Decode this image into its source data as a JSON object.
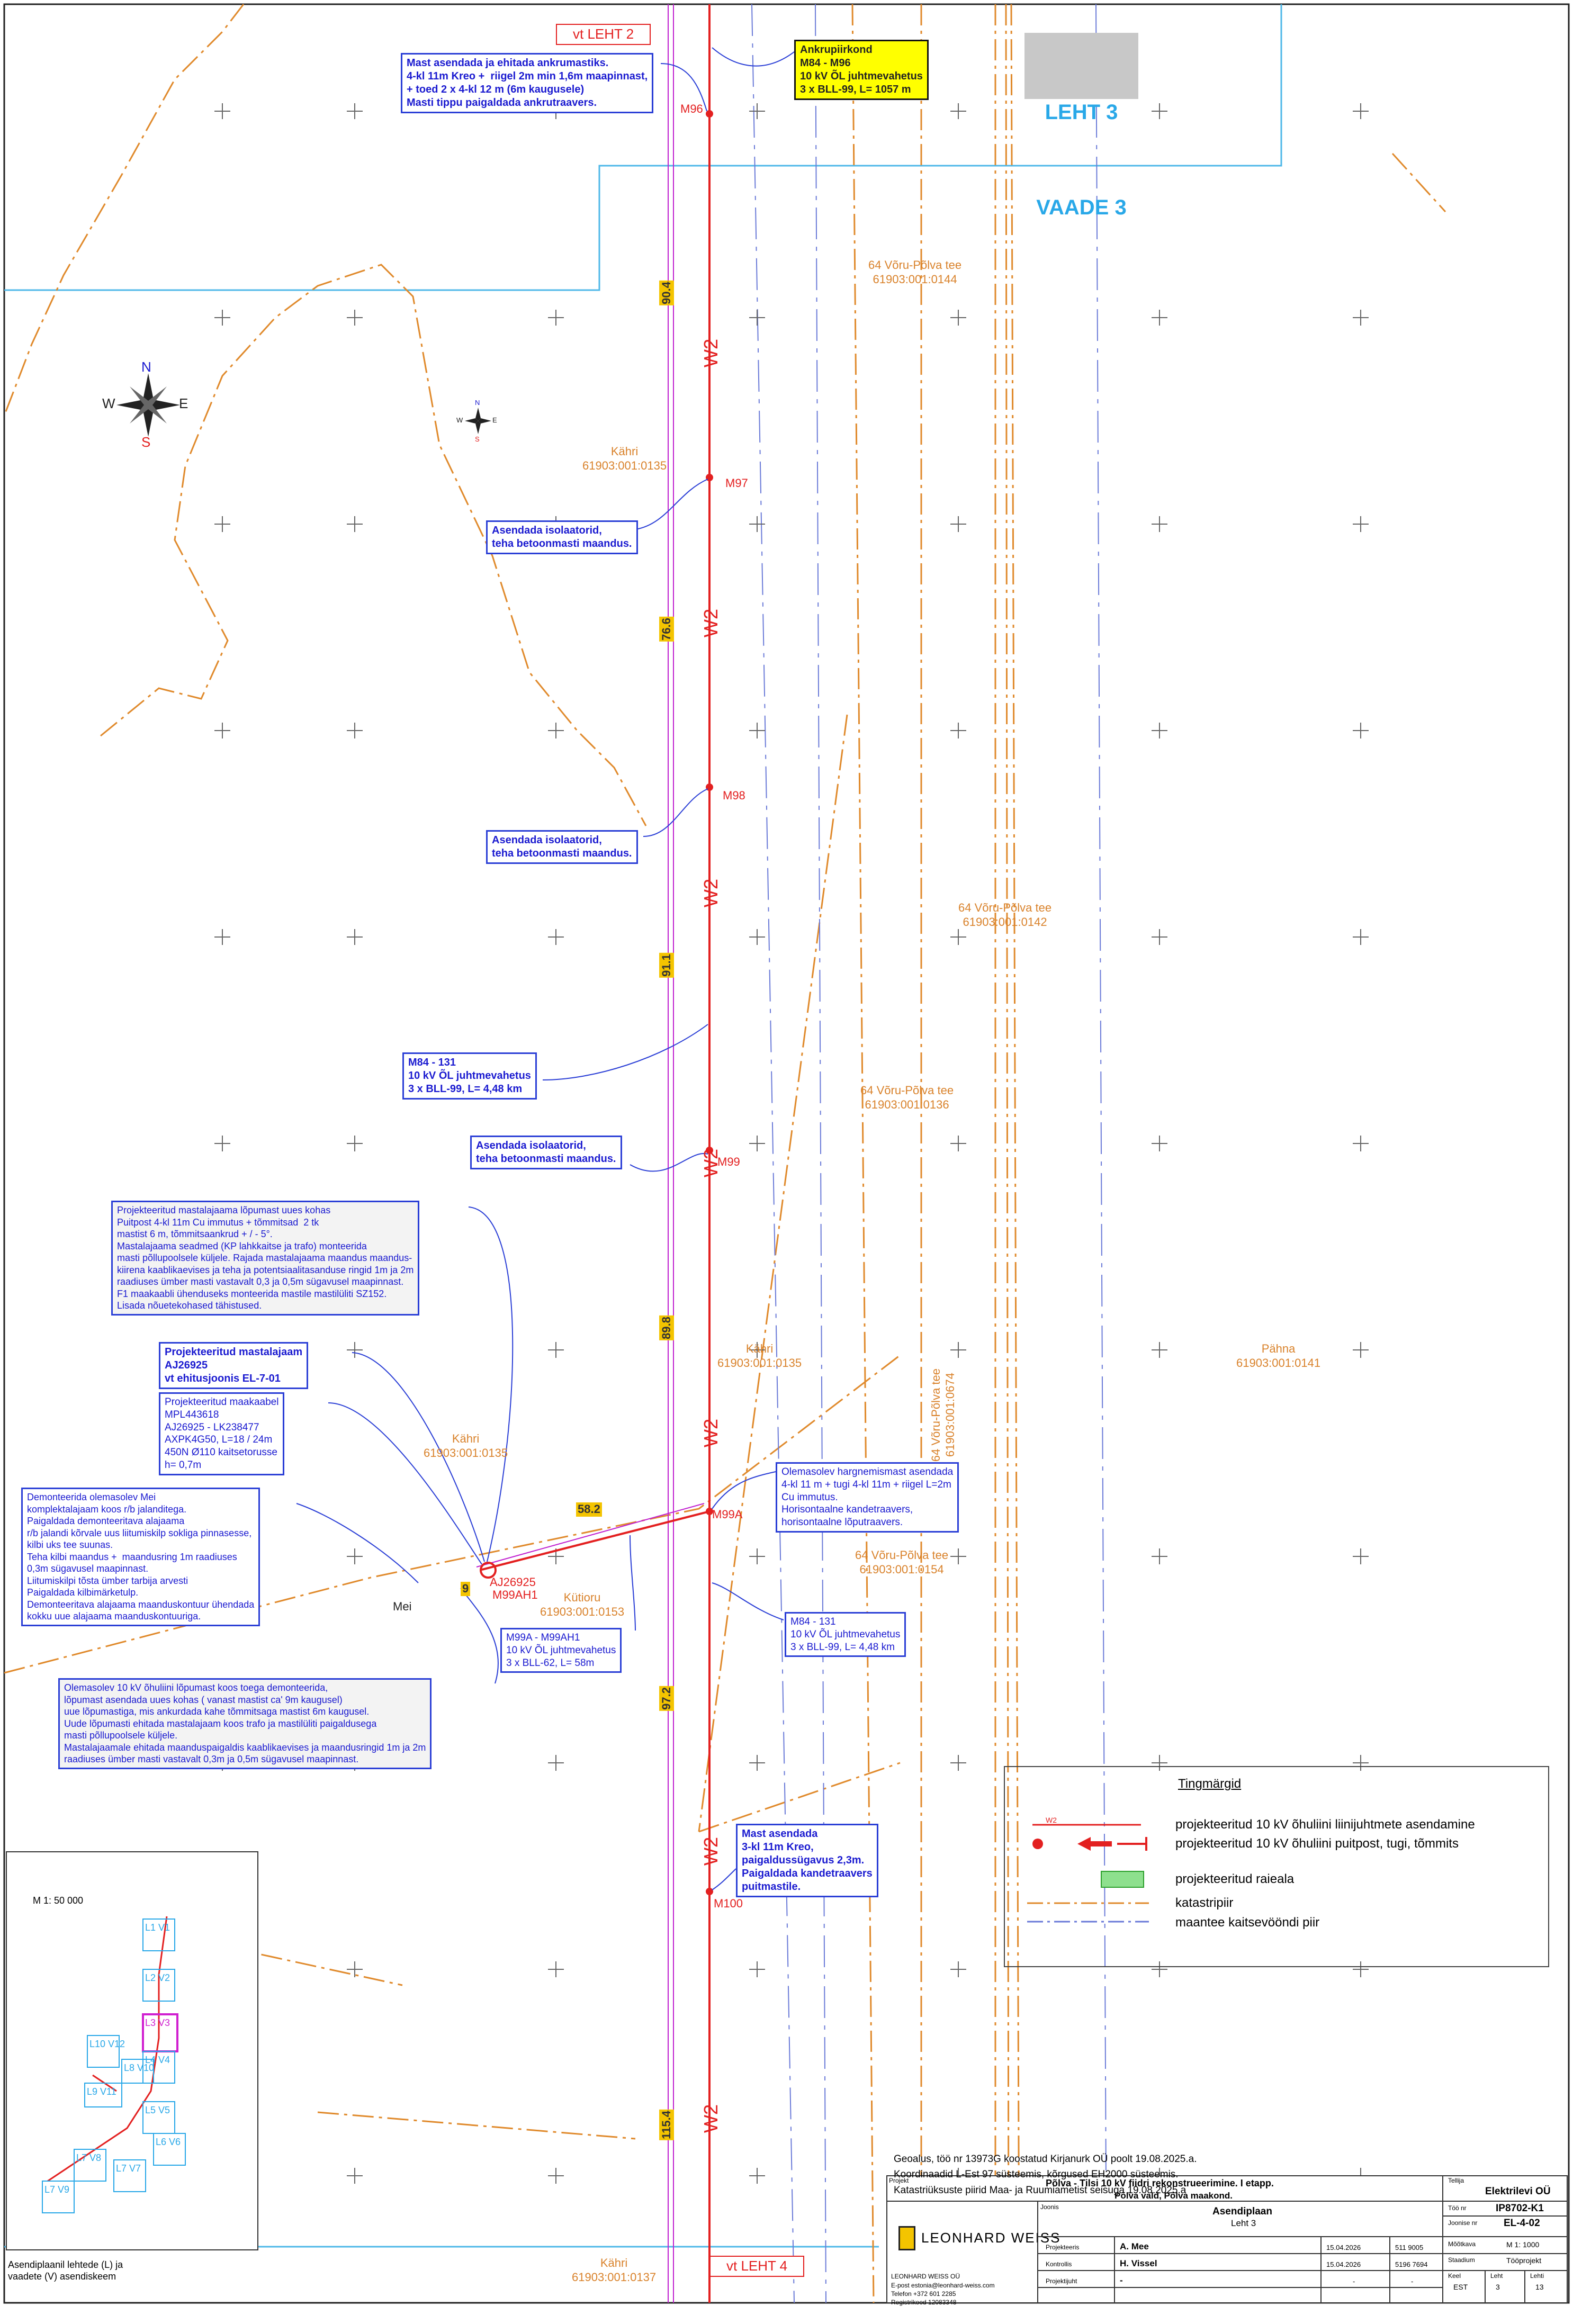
{
  "sheet": {
    "label_line1": "LEHT 3",
    "label_line2": "VAADE 3",
    "prev_sheet": "vt LEHT 2",
    "next_sheet": "vt LEHT 4"
  },
  "compass": {
    "n": "N",
    "s": "S",
    "e": "E",
    "w": "W"
  },
  "masts": [
    "M96",
    "M97",
    "M98",
    "M99",
    "M99A",
    "M99AH1",
    "M100"
  ],
  "substation_labels": {
    "aj": "AJ26925",
    "mei": "Mei"
  },
  "lengths": [
    "90.4",
    "76.6",
    "91.1",
    "89.8",
    "97.2",
    "115.4",
    "58.2",
    "9"
  ],
  "line_code": "W2",
  "parcels": [
    {
      "name": "64 Võru-Põlva tee",
      "id": "61903:001:0144"
    },
    {
      "name": "Kähri",
      "id": "61903:001:0135"
    },
    {
      "name": "64 Võru-Põlva tee",
      "id": "61903:001:0142"
    },
    {
      "name": "64 Võru-Põlva tee",
      "id": "61903:001:0136"
    },
    {
      "name": "Kähri",
      "id": "61903:001:0135"
    },
    {
      "name": "Pähna",
      "id": "61903:001:0141"
    },
    {
      "name": "Kähri",
      "id": "61903:001:0135"
    },
    {
      "name": "64 Võru-Põlva tee",
      "id": "61903:001:0674"
    },
    {
      "name": "64 Võru-Põlva tee",
      "id": "61903:001:0154"
    },
    {
      "name": "Kütioru",
      "id": "61903:001:0153"
    },
    {
      "name": "Kähri",
      "id": "61903:001:0137"
    }
  ],
  "notes": {
    "n1": [
      "Mast asendada ja ehitada ankrumastiks.",
      "4-kl 11m Kreo +  riigel 2m min 1,6m maapinnast,",
      "+ toed 2 x 4-kl 12 m (6m kaugusele)",
      "Masti tippu paigaldada ankrutraavers."
    ],
    "n2": [
      "Ankrupiirkond",
      "M84 - M96",
      "10 kV ÕL juhtmevahetus",
      "3 x BLL-99, L= 1057 m"
    ],
    "n3": [
      "Asendada isolaatorid,",
      "teha betoonmasti maandus."
    ],
    "n4": [
      "Asendada isolaatorid,",
      "teha betoonmasti maandus."
    ],
    "n5": [
      "M84 - 131",
      "10 kV ÕL juhtmevahetus",
      "3 x BLL-99, L= 4,48 km"
    ],
    "n6": [
      "Asendada isolaatorid,",
      "teha betoonmasti maandus."
    ],
    "n7": [
      "Projekteeritud mastalajaama lõpumast uues kohas",
      "Puitpost 4-kl 11m Cu immutus + tõmmitsad  2 tk",
      "mastist 6 m, tõmmitsaankrud + / - 5°.",
      "Mastalajaama seadmed (KP lahkkaitse ja trafo) monteerida",
      "masti põllupoolsele küljele. Rajada mastalajaama maandus maandus-",
      "kiirena kaablikaevises ja teha ja potentsiaalitasanduse ringid 1m ja 2m",
      "raadiuses ümber masti vastavalt 0,3 ja 0,5m sügavusel maapinnast.",
      "F1 maakaabli ühenduseks monteerida mastile mastilüliti SZ152.",
      "Lisada nõuetekohased tähistused."
    ],
    "n8": [
      "Projekteeritud mastalajaam",
      "AJ26925",
      "vt ehitusjoonis EL-7-01"
    ],
    "n9": [
      "Projekteeritud maakaabel",
      "MPL443618",
      "AJ26925 - LK238477",
      "AXPK4G50, L=18 / 24m",
      "450N Ø110 kaitsetorusse",
      "h= 0,7m"
    ],
    "n10": [
      "Demonteerida olemasolev Mei",
      "komplektalajaam koos r/b jalanditega.",
      "Paigaldada demonteeritava alajaama",
      "r/b jalandi kõrvale uus liitumiskilp sokliga pinnasesse,",
      "kilbi uks tee suunas.",
      "Teha kilbi maandus +  maandusring 1m raadiuses",
      "0,3m sügavusel maapinnast.",
      "Liitumiskilpi tõsta ümber tarbija arvesti",
      "Paigaldada kilbimärketulp.",
      "Demonteeritava alajaama maanduskontuur ühendada",
      "kokku uue alajaama maanduskontuuriga."
    ],
    "n11": [
      "Olemasolev hargnemismast asendada",
      "4-kl 11 m + tugi 4-kl 11m + riigel L=2m",
      "Cu immutus.",
      "Horisontaalne kandetraavers,",
      "horisontaalne lõputraavers."
    ],
    "n12": [
      "M99A - M99AH1",
      "10 kV ÕL juhtmevahetus",
      "3 x BLL-62, L= 58m"
    ],
    "n13": [
      "M84 - 131",
      "10 kV ÕL juhtmevahetus",
      "3 x BLL-99, L= 4,48 km"
    ],
    "n14": [
      "Olemasolev 10 kV õhuliini lõpumast koos toega demonteerida,",
      "lõpumast asendada uues kohas ( vanast mastist ca' 9m kaugusel)",
      "uue lõpumastiga, mis ankurdada kahe tõmmitsaga mastist 6m kaugusel.",
      "Uude lõpumasti ehitada mastalajaam koos trafo ja mastilüliti paigaldusega",
      "masti põllupoolsele küljele.",
      "Mastalajaamale ehitada maanduspaigaldis kaablikaevises ja maandusringid 1m ja 2m",
      "raadiuses ümber masti vastavalt 0,3m ja 0,5m sügavusel maapinnast."
    ],
    "n15": [
      "Mast asendada",
      "3-kl 11m Kreo,",
      "paigaldussügavus 2,3m.",
      "Paigaldada kandetraavers",
      "puitmastile."
    ]
  },
  "legend": {
    "title": "Tingmärgid",
    "items": [
      "projekteeritud 10 kV õhuliini liinijuhtmete asendamine",
      "projekteeritud 10 kV õhuliini puitpost, tugi, tõmmits",
      "projekteeritud raieala",
      "katastripiir",
      "maantee kaitsevööndi piir"
    ],
    "w2_sample": "W2"
  },
  "inset": {
    "scale": "M 1: 50 000",
    "caption": [
      "Asendiplaanil lehtede (L) ja",
      "vaadete (V) asendiskeem"
    ],
    "tiles": [
      "L1 V1",
      "L2 V2",
      "L3 V3",
      "L4 V4",
      "L5 V5",
      "L6 V6",
      "L7 V7",
      "L7 V9",
      "L8 V10",
      "L9 V11",
      "L10 V12",
      "L7 V8"
    ]
  },
  "footer_notes": [
    "Geoalus, töö nr 13973G koostatud Kirjanurk OÜ poolt 19.08.2025.a.",
    "Koordinaadid L-Est 97 süsteemis, kõrgused EH2000 süsteemis.",
    "Katastriüksuste piirid Maa- ja Ruumiametist seisuga 19.08.2025.a"
  ],
  "title_block": {
    "projekt_label": "Projekt",
    "projekt_value": "Põlva - Tilsi 10 kV fiidri rekonstrueerimine. I etapp.",
    "projekt_value2": "Põlva vald, Põlva maakond.",
    "tellija_label": "Tellija",
    "tellija_value": "Elektrilevi OÜ",
    "joonis_label": "Joonis",
    "joonis_value": "Asendiplaan",
    "joonis_value2": "Leht 3",
    "too_nr_label": "Töö nr",
    "too_nr_value": "IP8702-K1",
    "joonise_nr_label": "Joonise nr",
    "joonise_nr_value": "EL-4-02",
    "company": "LEONHARD WEISS",
    "company_info": [
      "LEONHARD WEISS OÜ",
      "E-post estonia@leonhard-weiss.com",
      "Telefon +372 601 2285",
      "Registrikood 12083348"
    ],
    "rows": [
      {
        "role": "Projekteeris",
        "name": "A. Mee",
        "date": "15.04.2026",
        "phone": "511 9005"
      },
      {
        "role": "Kontrollis",
        "name": "H. Vissel",
        "date": "15.04.2026",
        "phone": "5196 7694"
      },
      {
        "role": "Projektijuht",
        "name": "-",
        "date": "-",
        "phone": "-"
      }
    ],
    "moodkava_label": "Mõõtkava",
    "moodkava_value": "M 1: 1000",
    "staadium_label": "Staadium",
    "staadium_value": "Tööprojekt",
    "keel_label": "Keel",
    "keel_value": "EST",
    "leht_label": "Leht",
    "leht_value": "3",
    "lehti_label": "Lehti",
    "lehti_value": "13"
  }
}
